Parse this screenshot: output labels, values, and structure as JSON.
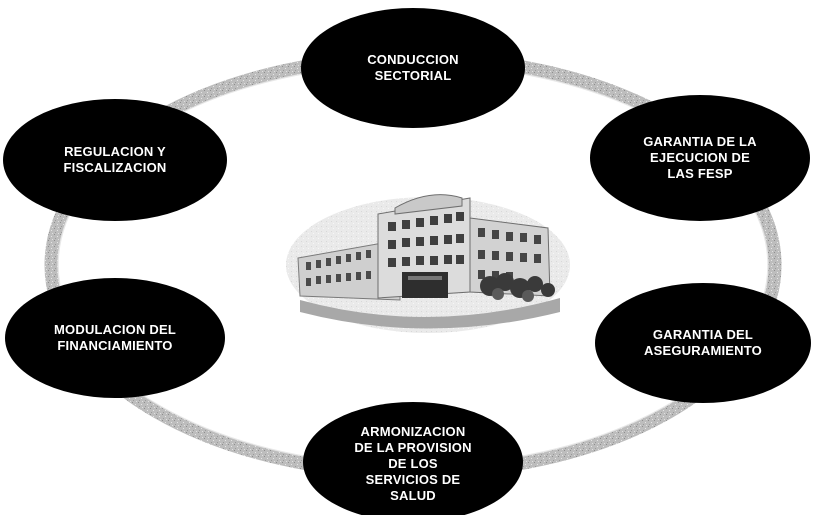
{
  "diagram": {
    "nodes": [
      {
        "id": "conduccion",
        "lines": [
          "CONDUCCION",
          "SECTORIAL"
        ]
      },
      {
        "id": "garantia-fesp",
        "lines": [
          "GARANTIA DE LA",
          "EJECUCION DE",
          "LAS FESP"
        ]
      },
      {
        "id": "garantia-aseguramiento",
        "lines": [
          "GARANTIA DEL",
          "ASEGURAMIENTO"
        ]
      },
      {
        "id": "armonizacion",
        "lines": [
          "ARMONIZACION",
          "DE LA PROVISION",
          "DE LOS",
          "SERVICIOS DE",
          "SALUD"
        ]
      },
      {
        "id": "modulacion",
        "lines": [
          "MODULACION DEL",
          "FINANCIAMIENTO"
        ]
      },
      {
        "id": "regulacion",
        "lines": [
          "REGULACION Y",
          "FISCALIZACION"
        ]
      }
    ],
    "center_image": "building-photo",
    "colors": {
      "node_fill": "#000000",
      "node_text": "#ffffff",
      "ring": "#b5b5b5",
      "building_wall": "#d6d6d6",
      "building_window": "#4a4a4a"
    }
  }
}
